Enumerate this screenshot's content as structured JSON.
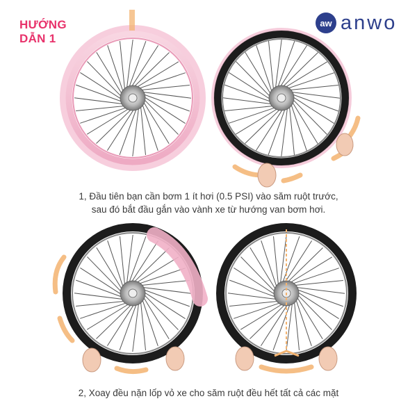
{
  "guide": {
    "title_line1": "HƯỚNG",
    "title_line2": "DẪN 1"
  },
  "brand": {
    "badge": "aw",
    "name": "anwo",
    "color": "#2d3f8c"
  },
  "steps": [
    {
      "text_line1": "1, Đầu tiên bạn cần bơm 1 ít hơi (0.5 PSI) vào săm ruột trước,",
      "text_line2": "sau đó bắt đầu gắn vào vành xe từ hướng van bơm hơi."
    },
    {
      "text_line1": "2, Xoay đều nặn lốp vỏ xe cho săm ruột đều hết tất cả các mặt"
    }
  ],
  "colors": {
    "accent": "#e8326b",
    "tube_pink": "#f2b6cc",
    "arrow_orange": "#f3b370",
    "tire": "#1c1c1c"
  }
}
